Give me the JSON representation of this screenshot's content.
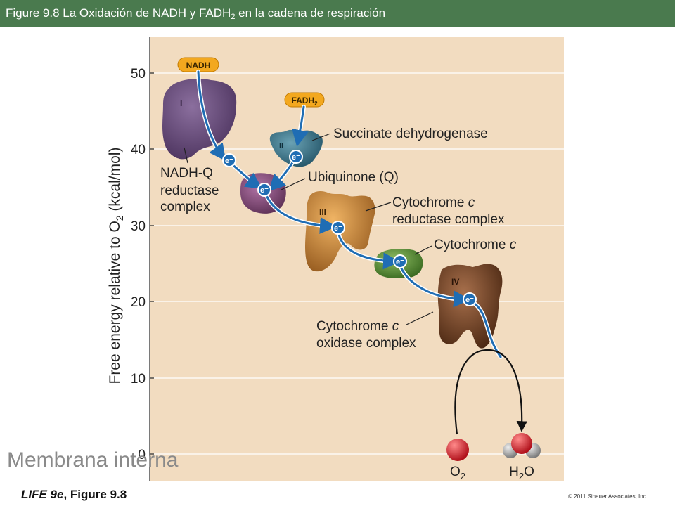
{
  "header": {
    "title_prefix": "Figure 9.8  La Oxidación de NADH y FADH",
    "title_sub": "2",
    "title_suffix": " en la cadena de respiración",
    "bg_color": "#4a7a4e"
  },
  "y_axis": {
    "label_pre": "Free energy relative to O",
    "label_sub": "2",
    "label_post": " (kcal/mol)",
    "ticks": [
      "50",
      "40",
      "30",
      "20",
      "10",
      "0"
    ]
  },
  "donors": {
    "nadh": "NADH",
    "fadh_pre": "FADH",
    "fadh_sub": "2"
  },
  "complexes": {
    "I": "I",
    "II": "II",
    "III": "III",
    "IV": "IV"
  },
  "electron": "e⁻",
  "labels": {
    "nadhq_1": "NADH-Q",
    "nadhq_2": "reductase",
    "nadhq_3": "complex",
    "succinate": "Succinate dehydrogenase",
    "ubiquinone": "Ubiquinone (Q)",
    "cytc_red_1_pre": "Cytochrome ",
    "cytc_red_1_it": "c",
    "cytc_red_2": "reductase complex",
    "cytc_pre": "Cytochrome ",
    "cytc_it": "c",
    "cytc_ox_1_pre": "Cytochrome ",
    "cytc_ox_1_it": "c",
    "cytc_ox_2": "oxidase complex"
  },
  "products": {
    "o2_pre": "O",
    "o2_sub": "2",
    "h2o_h": "H",
    "h2o_sub": "2",
    "h2o_o": "O"
  },
  "overlay": "Membrana interna",
  "caption": {
    "book": "LIFE 9e",
    "figure": ", Figure 9.8"
  },
  "copyright": "© 2011 Sinauer Associates, Inc.",
  "colors": {
    "panel": "#f2dcc0",
    "gridline": "#ffffff",
    "arrow": "#1f6db4",
    "complex_I": "#6b4f7e",
    "complex_II": "#3f7a8e",
    "ubiquinone": "#8b4f80",
    "complex_III": "#c98a3e",
    "cytochrome_c": "#5a8c3a",
    "complex_IV": "#7a4a2c",
    "donor_badge": "#f3a81f",
    "oxygen": "#d8262c",
    "hydrogen": "#b8b8b8"
  }
}
